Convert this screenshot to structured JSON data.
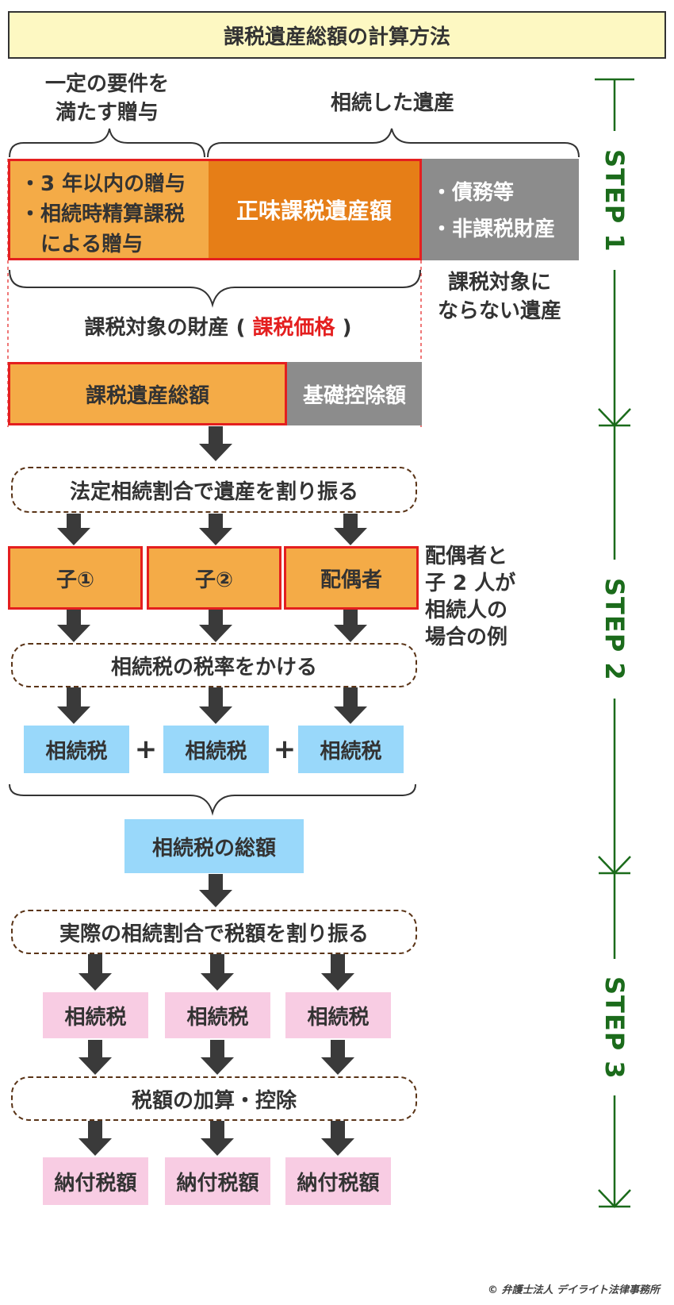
{
  "title": "課税遺産総額の計算方法",
  "headers": {
    "gift": "一定の要件を\n満たす贈与",
    "inherited": "相続した遺産"
  },
  "row1": {
    "gift_items": [
      "・3 年以内の贈与",
      "・相続時精算課税",
      "　による贈与"
    ],
    "net": "正味課税遺産額",
    "debt_items": [
      "・債務等",
      "・非課税財産"
    ]
  },
  "non_taxable_note": "課税対象に\nならない遺産",
  "taxable_property": {
    "prefix": "課税対象の財産 (",
    "highlight": "課税価格",
    "suffix": ")"
  },
  "row2": {
    "total": "課税遺産総額",
    "deduction": "基礎控除額"
  },
  "step2": {
    "allocate_label": "法定相続割合で遺産を割り振る",
    "heirs": [
      "子①",
      "子②",
      "配偶者"
    ],
    "example_note": "配偶者と\n子 2 人が\n相続人の\n場合の例",
    "apply_rate_label": "相続税の税率をかける",
    "taxes": [
      "相続税",
      "相続税",
      "相続税"
    ],
    "plus": "+",
    "total_tax": "相続税の総額"
  },
  "step3": {
    "allocate_label": "実際の相続割合で税額を割り振る",
    "taxes": [
      "相続税",
      "相続税",
      "相続税"
    ],
    "adjust_label": "税額の加算・控除",
    "payments": [
      "納付税額",
      "納付税額",
      "納付税額"
    ]
  },
  "steps": [
    "STEP 1",
    "STEP 2",
    "STEP 3"
  ],
  "copyright": "© 弁護士法人 デイライト法律事務所",
  "colors": {
    "title_bg": "#fdf8c2",
    "orange": "#f4ab47",
    "dark_orange": "#e67e17",
    "gray": "#8c8c8c",
    "blue": "#99d8fa",
    "pink": "#f8cce3",
    "red": "#e41f1f",
    "green": "#1b6b1b",
    "arrow": "#3a3a3a"
  }
}
